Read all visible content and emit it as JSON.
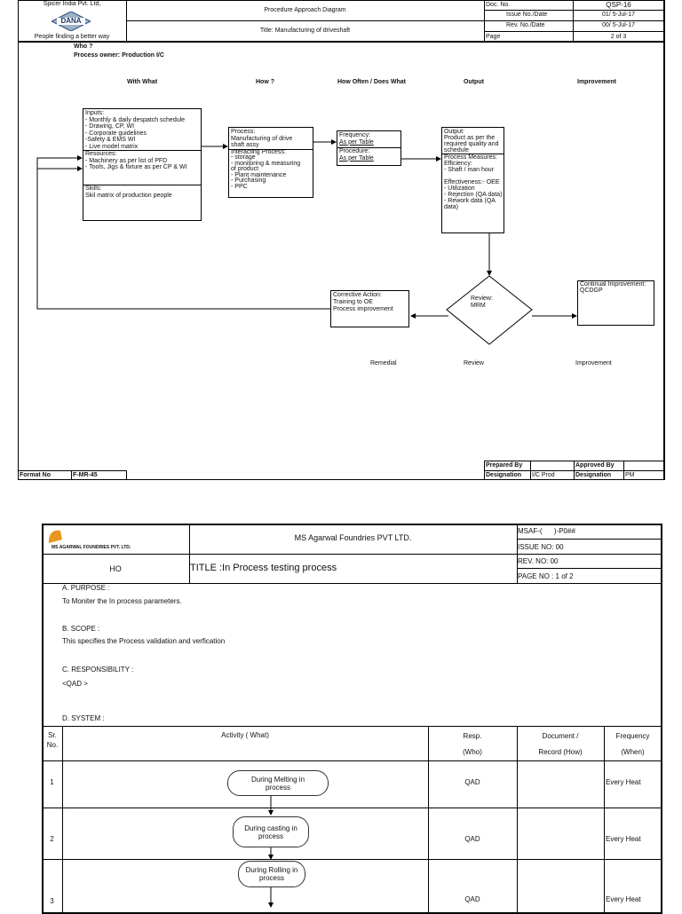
{
  "doc1": {
    "company": "Spicer India Pvt. Ltd,",
    "logo_text": "DANA",
    "tagline": "People finding a better way",
    "heading": "Procedure Approach Diagram",
    "title": "Title:  Manufacturing of driveshaft",
    "meta": [
      {
        "label": "Doc. No.",
        "value": "QSP-16"
      },
      {
        "label": "Issue No./Date",
        "value": "01/ 5-Jul-17"
      },
      {
        "label": "Rev. No./Date",
        "value": "00/ 5-Jul-17"
      },
      {
        "label": "Page",
        "value": "2 of 3"
      }
    ],
    "who": "Who   ?",
    "owner": "Process owner: Production I/C",
    "columns": [
      "With What",
      "How ?",
      "How Often / Does What",
      "Output",
      "Improvement"
    ],
    "inputs": [
      "Inputs:",
      "- Monthly & daily despatch schedule",
      "- Drawing, CP, WI",
      "- Corporate guidelines",
      "-Safety & EMS WI",
      "- Live model matrix"
    ],
    "resources": [
      "Resources:",
      "- Machinery as per list of PFD",
      "- Tools, Jigs & fixture as per CP & WI"
    ],
    "skills": [
      "Skills:",
      "Skil matrix of production people"
    ],
    "process": [
      "Process:",
      "Manufacturing of drive",
      "shaft assy"
    ],
    "interacting": [
      "Interacting Process:",
      "- storage",
      "- monitoring & measuring",
      "of product",
      "- Plant maintenance",
      "- Purchasing",
      "- PPC"
    ],
    "frequency": [
      "Frequency:",
      "As per Table"
    ],
    "procedure": [
      "Procedure:",
      "As per Table"
    ],
    "output": [
      "Output:",
      "Product as per the",
      "required quality and",
      "schedule"
    ],
    "measures": [
      "Process Measures:",
      "",
      "Efficiency:",
      "- Shaft / man hour",
      "",
      "Effectiveness:- OEE",
      "- Utilization",
      "- Rejection (QA data)",
      "- Rework data (QA",
      "data)"
    ],
    "review": [
      "Review:",
      "MRM"
    ],
    "corrective": [
      "Corrective Action:",
      "Training to OE",
      "Process improvement"
    ],
    "continual": [
      "Continual Improvement:",
      "QCDGP"
    ],
    "bottom_labels": [
      "Remedial",
      "Review",
      "Improvement"
    ],
    "format_label": "Format No",
    "format_value": "F-MR-45",
    "prepared_label": "Prepared By",
    "prepared_value": "",
    "approved_label": "Approved By",
    "approved_value": "",
    "designation_label": "Designation",
    "prep_designation": "I/C Prod",
    "appr_designation": "PM"
  },
  "doc2": {
    "logo_text": "MS AGARWAL FOUNDRIES PVT. LTD.",
    "company": "MS Agarwal Foundries PVT LTD.",
    "location": "HO",
    "title": "TITLE :In Process testing process",
    "meta": [
      "MSAF-(      )-P0##",
      "ISSUE NO: 00",
      "REV. NO: 00",
      "PAGE NO : 1 of 2"
    ],
    "purpose_h": "A. PURPOSE :",
    "purpose": "To Moniter the In process parameters.",
    "scope_h": "B. SCOPE :",
    "scope": "This specifies the Process validation and verfication",
    "resp_h": "C. RESPONSIBILITY :",
    "resp": "<QAD >",
    "system_h": "D. SYSTEM  :",
    "headers": {
      "sr": "Sr. No.",
      "activity": "Activity ( What)",
      "resp1": "Resp.",
      "resp2": "(Who)",
      "doc1": "Document /",
      "doc2": "Record (How)",
      "freq1": "Frequency",
      "freq2": "(When)"
    },
    "rows": [
      {
        "sr": "1",
        "activity": "During Melting  in process",
        "resp": "QAD",
        "doc": "",
        "freq": "Every Heat"
      },
      {
        "sr": "2",
        "activity": "During casting in process",
        "resp": "QAD",
        "doc": "",
        "freq": "Every Heat"
      },
      {
        "sr": "3",
        "activity": "During Rolling in process",
        "resp": "QAD",
        "doc": "",
        "freq": "Every Heat"
      }
    ],
    "logo_color": "#e8961e"
  }
}
